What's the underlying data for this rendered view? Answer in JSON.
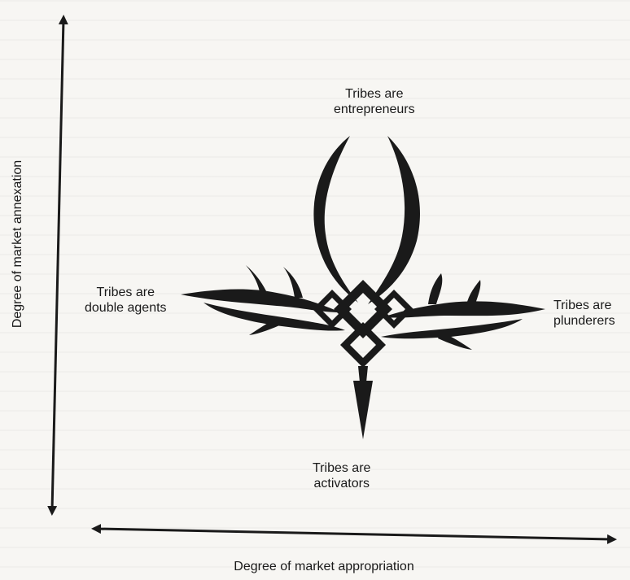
{
  "axes": {
    "y_label": "Degree of market annexation",
    "x_label": "Degree of market appropriation"
  },
  "labels": {
    "top": [
      "Tribes are",
      "entrepreneurs"
    ],
    "left": [
      "Tribes are",
      "double agents"
    ],
    "right": [
      "Tribes are",
      "plunderers"
    ],
    "bottom": [
      "Tribes are",
      "activators"
    ]
  },
  "colors": {
    "ink": "#1a1a1a",
    "paper": "#f7f6f3"
  }
}
